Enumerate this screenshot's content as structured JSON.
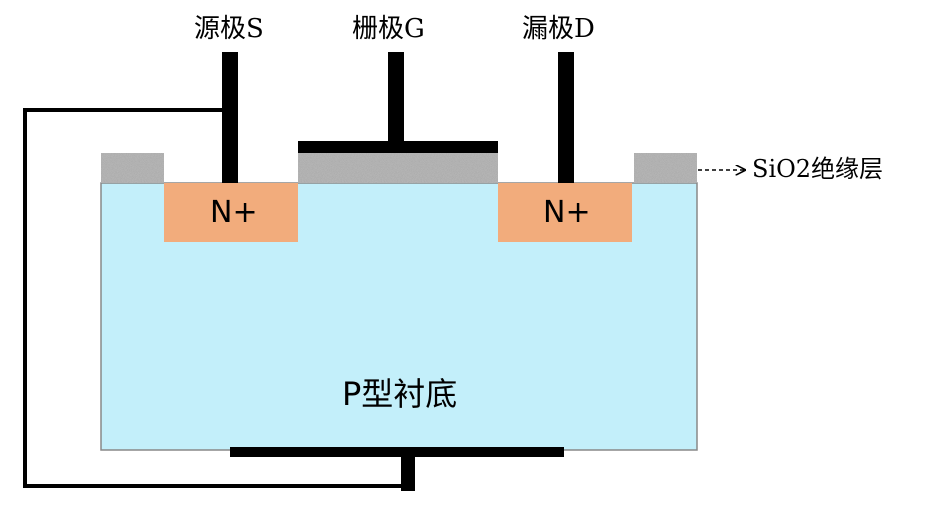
{
  "terminals": {
    "source": "源极S",
    "gate": "栅极G",
    "drain": "漏极D"
  },
  "regions": {
    "source_doping": "N+",
    "drain_doping": "N+",
    "substrate": "P型衬底"
  },
  "annotation": {
    "insulator": "SiO2绝缘层"
  },
  "colors": {
    "substrate": "#c3effa",
    "n_plus": "#f2ac7c",
    "oxide": "#a9a9a9",
    "metal": "#000000"
  }
}
